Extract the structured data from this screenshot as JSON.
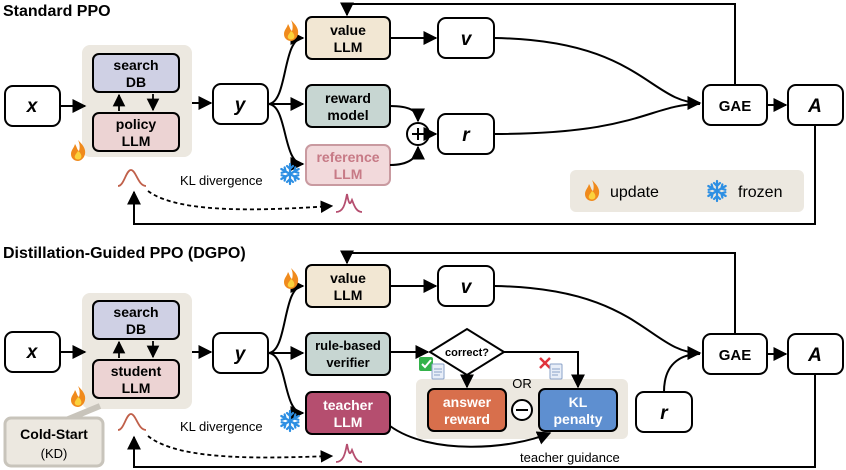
{
  "standard": {
    "title": "Standard PPO",
    "input": "x",
    "search_db": [
      "search",
      "DB"
    ],
    "policy": [
      "policy",
      "LLM"
    ],
    "output": "y",
    "value": [
      "value",
      "LLM"
    ],
    "reward_model": [
      "reward",
      "model"
    ],
    "reference": [
      "reference",
      "LLM"
    ],
    "v": "v",
    "r": "r",
    "gae": "GAE",
    "adv": "A",
    "kl": "KL divergence",
    "legend_update": "update",
    "legend_frozen": "frozen"
  },
  "dgpo": {
    "title": "Distillation-Guided PPO (DGPO)",
    "input": "x",
    "search_db": [
      "search",
      "DB"
    ],
    "student": [
      "student",
      "LLM"
    ],
    "cold_start": [
      "Cold-Start",
      "(KD)"
    ],
    "output": "y",
    "value": [
      "value",
      "LLM"
    ],
    "verifier": [
      "rule-based",
      "verifier"
    ],
    "teacher": [
      "teacher",
      "LLM"
    ],
    "v": "v",
    "correct": "correct?",
    "or": "OR",
    "answer_reward": [
      "answer",
      "reward"
    ],
    "kl_penalty": [
      "KL",
      "penalty"
    ],
    "teacher_guidance": "teacher guidance",
    "r": "r",
    "gae": "GAE",
    "adv": "A",
    "kl": "KL divergence"
  },
  "colors": {
    "value": "#f2e7d3",
    "policy": "#ecd3d3",
    "search": "#cfd0e4",
    "reward": "#c7d6d2",
    "reference": "#f2d9db",
    "reference_text": "#c77a86",
    "teacher": "#b54e6f",
    "answer_reward": "#d86f4c",
    "kl_penalty": "#5e8fd0",
    "group_bg": "#ece8e0",
    "legend_bg": "#ece8e0",
    "frozen": "#2d8fe3",
    "fire": "#ef7a1a"
  }
}
